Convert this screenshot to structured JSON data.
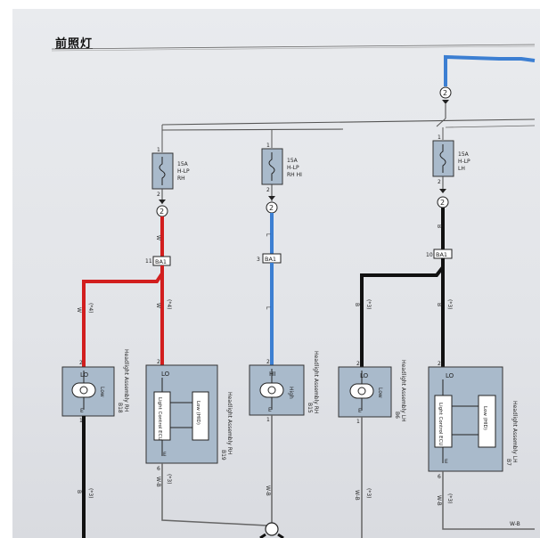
{
  "title": "前照灯",
  "colors": {
    "red": "#d21e1e",
    "blue": "#3c7fd2",
    "black": "#111111",
    "box": "#a9bacb",
    "wire": "#555555"
  },
  "fuses": [
    {
      "id": "fuse-rh",
      "rating": "15A",
      "name": "H-LP",
      "side": "RH",
      "pin_top": "1",
      "pin_bottom": "2"
    },
    {
      "id": "fuse-rh-hi",
      "rating": "15A",
      "name": "H-LP",
      "side": "RH HI",
      "pin_top": "1",
      "pin_bottom": "2"
    },
    {
      "id": "fuse-lh",
      "rating": "15A",
      "name": "H-LP",
      "side": "LH",
      "pin_top": "1",
      "pin_bottom": "2"
    }
  ],
  "connectors": [
    {
      "id": "conn-fuse-rh",
      "num": "2"
    },
    {
      "id": "conn-fuse-rh-hi",
      "num": "2"
    },
    {
      "id": "conn-fuse-lh",
      "num": "2"
    },
    {
      "id": "conn-top-right",
      "num": "2"
    }
  ],
  "ba1": [
    {
      "pin": "11",
      "label": "BA1"
    },
    {
      "pin": "3",
      "label": "BA1"
    },
    {
      "pin": "10",
      "label": "BA1"
    }
  ],
  "wire_labels": {
    "w": "W",
    "l": "L",
    "b": "B",
    "w_note": "(*4)",
    "b_note": "(*3)",
    "w_b": "W-B",
    "w_b_note": "(*3)"
  },
  "components": [
    {
      "id": "b18",
      "code": "B18",
      "name": "Headlight Assembly RH",
      "pin_top": "2",
      "pin_bottom": "1",
      "beam_label": "LO",
      "mode": "Low",
      "ground": "E"
    },
    {
      "id": "b19",
      "code": "B19",
      "name": "Headlight Assembly RH",
      "pin_top": "2",
      "pin_bottom": "6",
      "beam_label": "LO",
      "ecu": "Light Control ECU",
      "mode": "Low (HID)",
      "ground": "E"
    },
    {
      "id": "b15",
      "code": "B15",
      "name": "Headlight Assembly RH",
      "pin_top": "2",
      "pin_bottom": "1",
      "beam_label": "HI",
      "mode": "High",
      "ground": "E"
    },
    {
      "id": "b6",
      "code": "B6",
      "name": "Headlight Assembly LH",
      "pin_top": "2",
      "pin_bottom": "1",
      "beam_label": "LO",
      "mode": "Low",
      "ground": "E"
    },
    {
      "id": "b7",
      "code": "B7",
      "name": "Headlight Assembly LH",
      "pin_top": "2",
      "pin_bottom": "6",
      "beam_label": "LO",
      "ecu": "Light Control ECU",
      "mode": "Low (HID)",
      "ground": "E"
    }
  ]
}
